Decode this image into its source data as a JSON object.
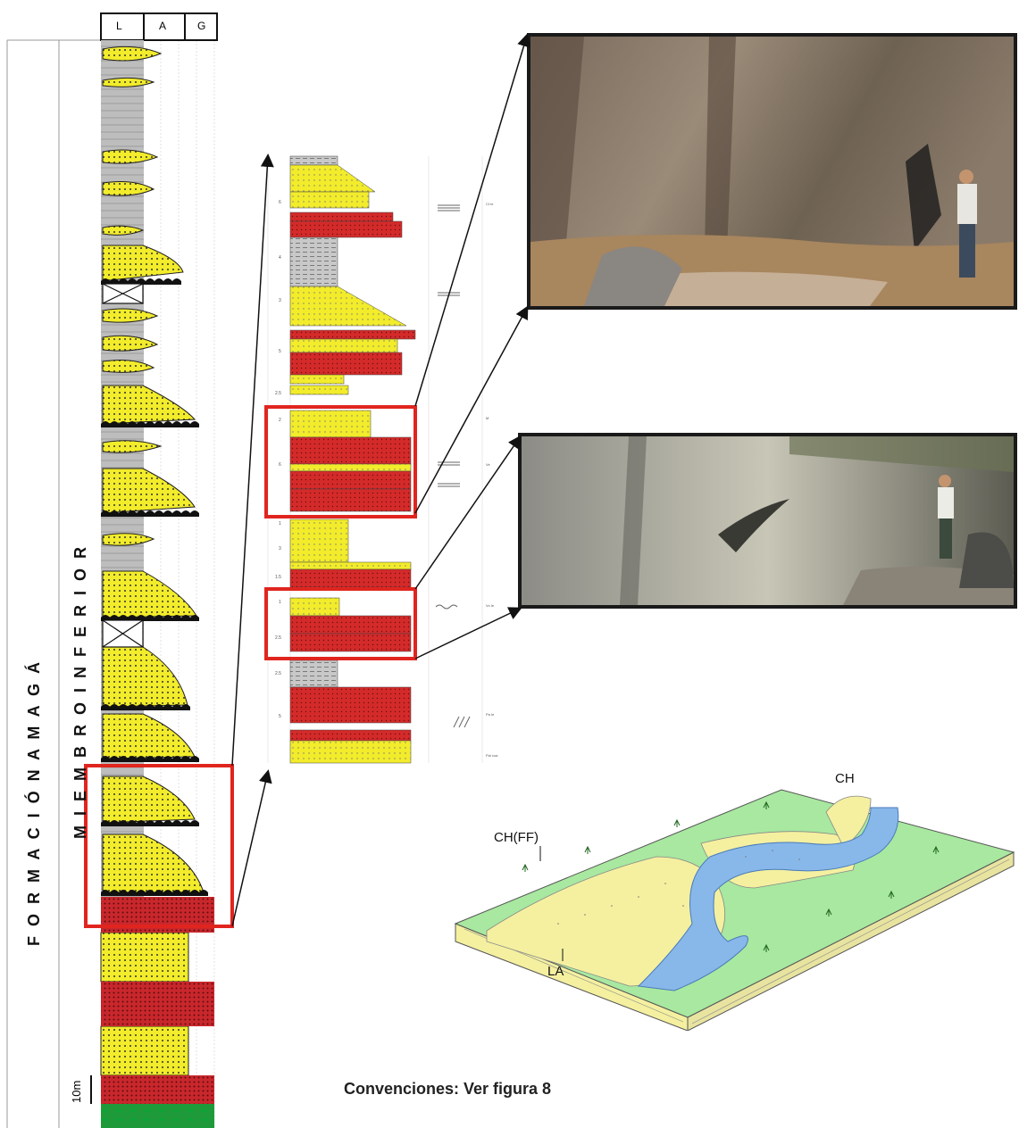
{
  "main_column": {
    "grain_headers": [
      "L",
      "A",
      "G"
    ],
    "formation_label": "F O R M A C I Ó N   A M A G Á",
    "member_label": "M I E M B R O   I N F E R I O R",
    "scale_label": "10m"
  },
  "detail_column": {
    "thickness_labels": [
      "6",
      "4",
      "3",
      "5",
      "2.5",
      "2",
      "6",
      "1",
      "3",
      "1.5",
      "1",
      "2.5",
      "2.5",
      "5"
    ],
    "side_labels": [
      "Ct Ie",
      "M",
      "Ve",
      "Vo Ie",
      "Pa Ie",
      "Pal coa"
    ]
  },
  "block_diagram": {
    "labels": [
      "CH(FF)",
      "CH",
      "LA"
    ]
  },
  "caption": "Convenciones: Ver figura 8",
  "colors": {
    "sandstone_yellow": "#f2ec2b",
    "conglomerate_red": "#c9272c",
    "mudstone_grey": "#bdbdbd",
    "basement_green": "#1f9a3a",
    "highlight_red": "#e0251f",
    "floodplain_green": "#a8e8a0",
    "river_blue": "#88b8ea",
    "bar_sand": "#f4f0a0"
  }
}
